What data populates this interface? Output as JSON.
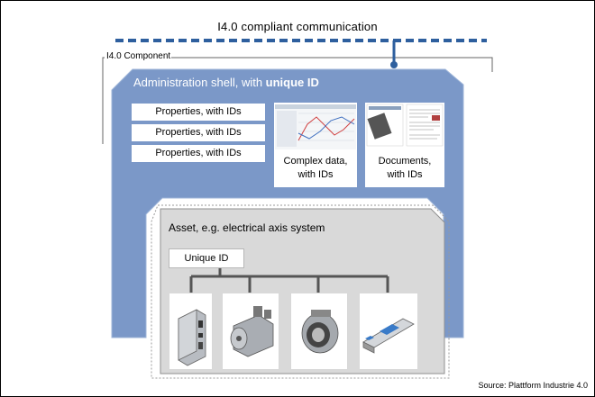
{
  "header": {
    "title": "I4.0 compliant communication"
  },
  "component": {
    "label": "I4.0 Component"
  },
  "admin_shell": {
    "title_prefix": "Administration shell, with ",
    "title_bold": "unique ID",
    "properties": [
      "Properties, with IDs",
      "Properties, with IDs",
      "Properties, with IDs"
    ],
    "complex_data": {
      "line1": "Complex data,",
      "line2": "with IDs"
    },
    "documents": {
      "line1": "Documents,",
      "line2": "with IDs"
    }
  },
  "asset": {
    "title": "Asset, e.g. electrical axis system",
    "unique_id": "Unique ID",
    "parts": [
      "servo-drive-icon",
      "servo-motor-icon",
      "gearbox-icon",
      "linear-axis-icon"
    ]
  },
  "footer": {
    "source": "Source: Plattform Industrie 4.0"
  },
  "colors": {
    "shell": "#7b98c8",
    "bus": "#2e5f9e",
    "asset": "#d9d9d9",
    "text_white": "#ffffff"
  }
}
